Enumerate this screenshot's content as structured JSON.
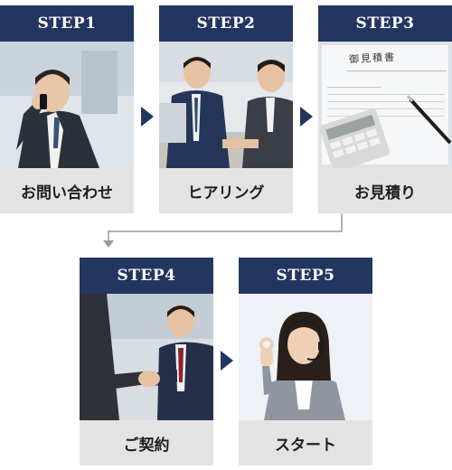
{
  "steps": [
    {
      "step": "STEP1",
      "label": "お問い合わせ",
      "photo": "businessman-on-phone"
    },
    {
      "step": "STEP2",
      "label": "ヒアリング",
      "photo": "business-meeting"
    },
    {
      "step": "STEP3",
      "label": "お見積り",
      "photo": "estimate-document-with-calculator",
      "doc_title": "御見積書"
    },
    {
      "step": "STEP4",
      "label": "ご契約",
      "photo": "handshake"
    },
    {
      "step": "STEP5",
      "label": "スタート",
      "photo": "operator-with-headset"
    }
  ],
  "colors": {
    "header": "#233660",
    "label_bg": "#e3e3e3",
    "connector": "#9a9a9a"
  }
}
